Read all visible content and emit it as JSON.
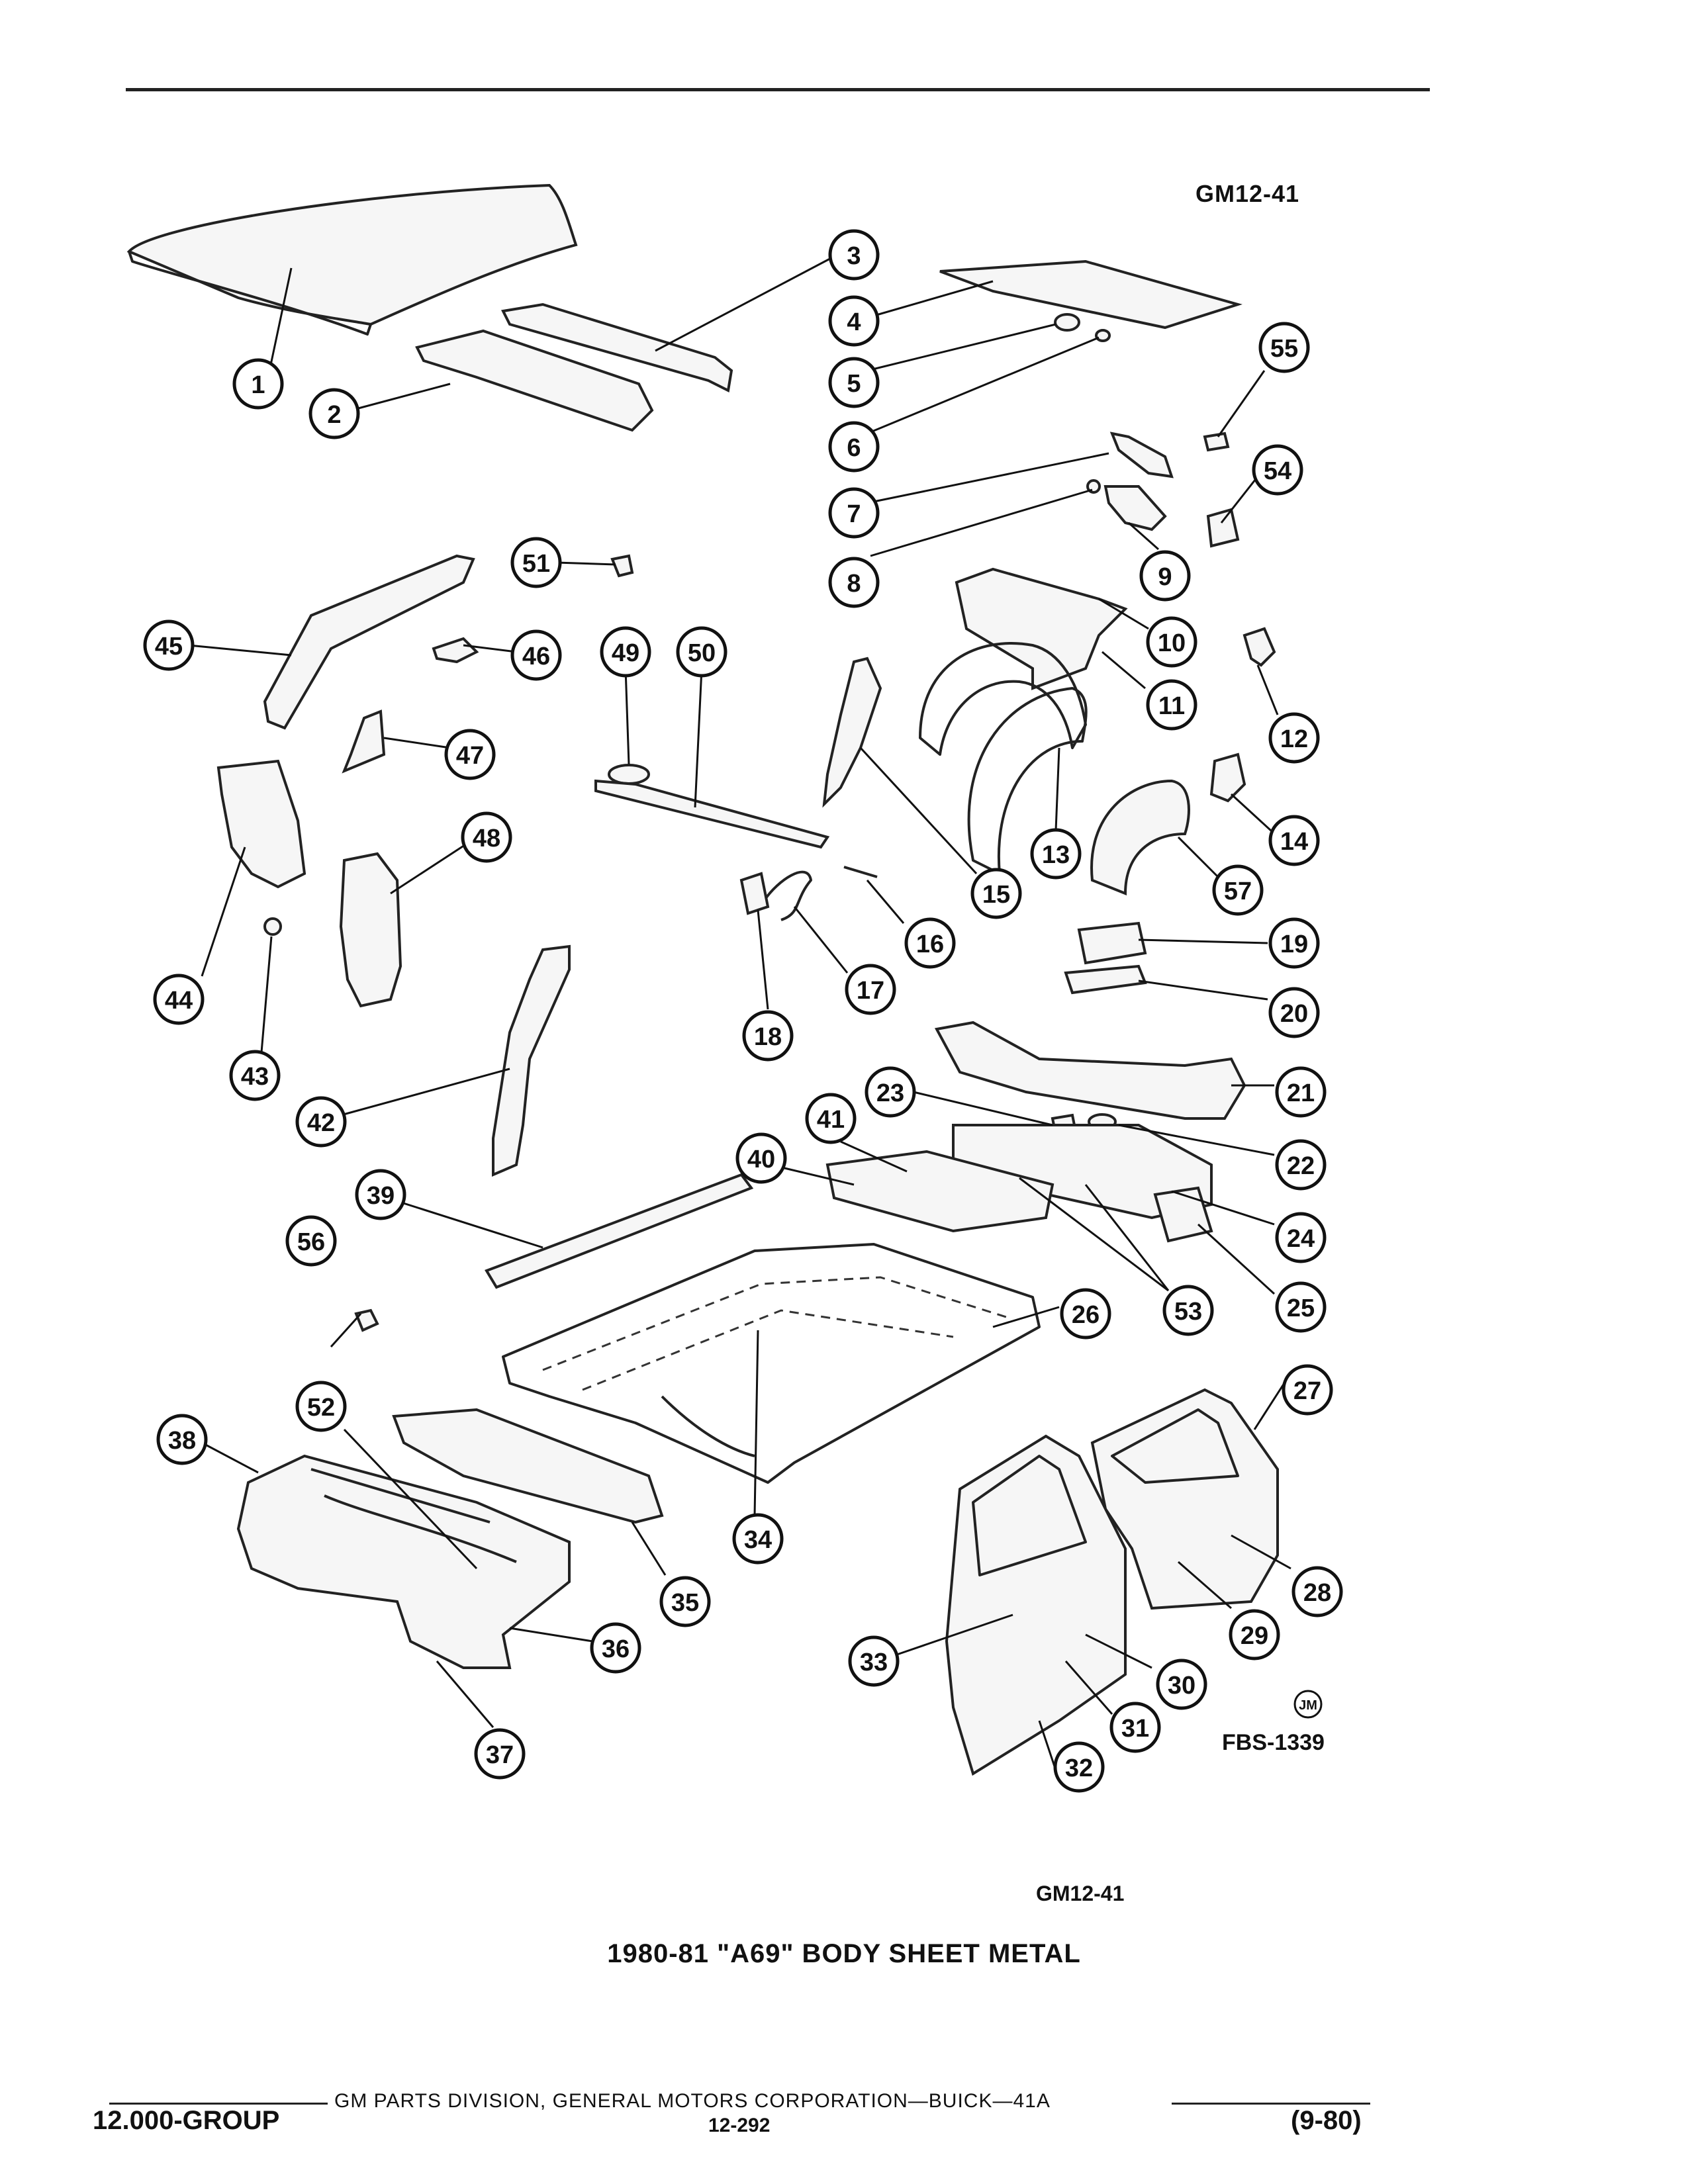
{
  "figure_id_top": "GM12-41",
  "figure_id_bottom": "GM12-41",
  "drawing_ref": "FBS-1339",
  "artist_mark": "JM",
  "caption": "1980-81 \"A69\" BODY SHEET METAL",
  "footer": {
    "division": "GM PARTS DIVISION, GENERAL MOTORS CORPORATION—BUICK—41A",
    "group": "12.000-GROUP",
    "page": "12-292",
    "date": "(9-80)"
  },
  "callouts": [
    "1",
    "2",
    "3",
    "4",
    "5",
    "6",
    "7",
    "8",
    "9",
    "10",
    "11",
    "12",
    "13",
    "14",
    "15",
    "16",
    "17",
    "18",
    "19",
    "20",
    "21",
    "22",
    "23",
    "24",
    "25",
    "26",
    "27",
    "28",
    "29",
    "30",
    "31",
    "32",
    "33",
    "34",
    "35",
    "36",
    "37",
    "38",
    "39",
    "40",
    "41",
    "42",
    "43",
    "44",
    "45",
    "46",
    "47",
    "48",
    "49",
    "50",
    "51",
    "52",
    "53",
    "54",
    "55",
    "56",
    "57"
  ]
}
